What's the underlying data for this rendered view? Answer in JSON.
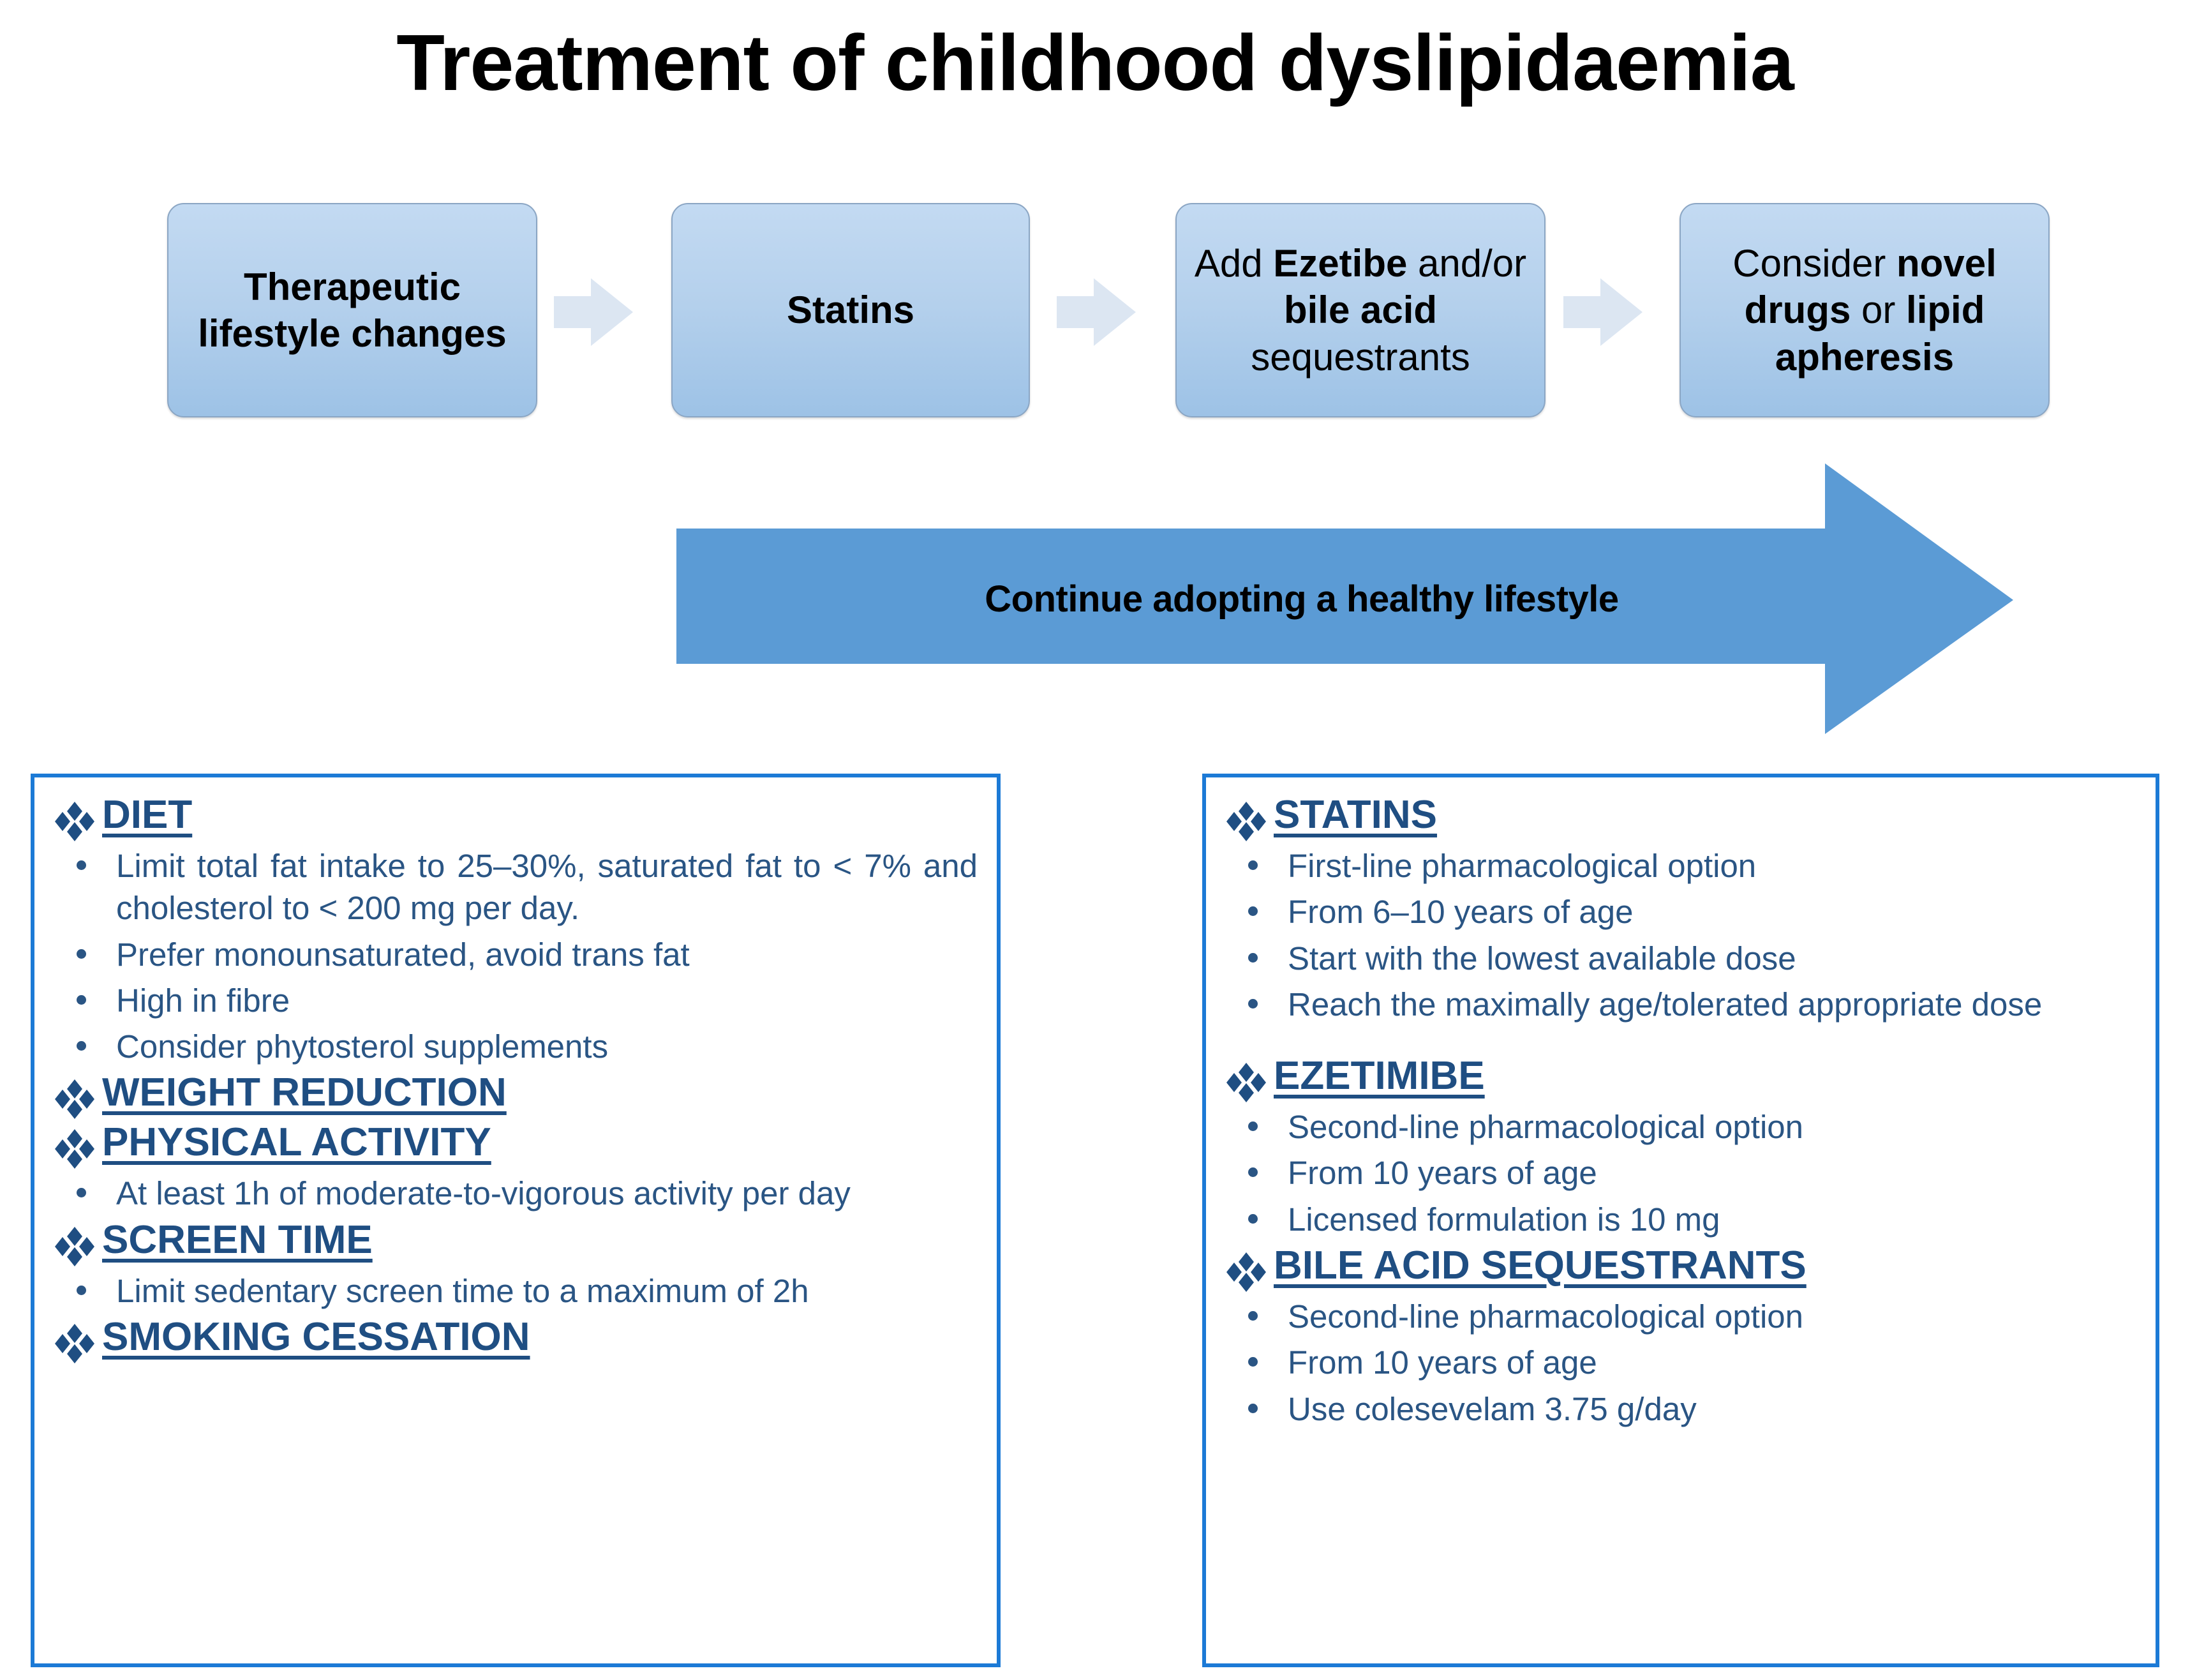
{
  "title": "Treatment of childhood dyslipidaemia",
  "colors": {
    "panel_border": "#1c7ad6",
    "text_navy": "#2a5584",
    "heading_navy": "#1f4e82",
    "arrow_blue": "#5b9bd5",
    "box_fill_top": "#c3daf2",
    "box_fill_bottom": "#9dc2e6",
    "chevron_fill": "#dce6f2"
  },
  "flow": {
    "steps": [
      {
        "id": "therapeutic-lifestyle-changes",
        "text": "Therapeutic lifestyle changes",
        "style": "bold"
      },
      {
        "id": "statins",
        "text": "Statins",
        "style": "bold"
      },
      {
        "id": "ezetibe-bile-acid",
        "parts": [
          {
            "t": "Add ",
            "b": false
          },
          {
            "t": "Ezetibe",
            "b": true
          },
          {
            "t": " and/or ",
            "b": false
          },
          {
            "t": "bile acid",
            "b": true
          },
          {
            "t": " sequestrants",
            "b": false
          }
        ],
        "style": "mixed"
      },
      {
        "id": "novel-drugs-apheresis",
        "parts": [
          {
            "t": "Consider ",
            "b": false
          },
          {
            "t": "novel drugs",
            "b": true
          },
          {
            "t": " or ",
            "b": false
          },
          {
            "t": "lipid apheresis",
            "b": true
          }
        ],
        "style": "mixed"
      }
    ],
    "chevron_icons": [
      "chevron-right-icon",
      "chevron-right-icon",
      "chevron-right-icon"
    ]
  },
  "continue_arrow": {
    "label": "Continue adopting a healthy lifestyle",
    "icon": "right-arrow-banner-icon"
  },
  "panels": {
    "left": {
      "id": "lifestyle-panel",
      "sections": [
        {
          "id": "diet",
          "heading": "DIET",
          "bullets": [
            "Limit total fat intake to 25–30%, saturated fat to  < 7% and  cholesterol to < 200 mg per day.",
            "Prefer monounsaturated, avoid trans fat",
            "High in fibre",
            "Consider phytosterol supplements"
          ]
        },
        {
          "id": "weight-reduction",
          "heading": "WEIGHT REDUCTION",
          "bullets": []
        },
        {
          "id": "physical-activity",
          "heading": "PHYSICAL ACTIVITY",
          "bullets": [
            "At least 1h of moderate-to-vigorous activity per day"
          ]
        },
        {
          "id": "screen-time",
          "heading": "SCREEN TIME",
          "bullets": [
            "Limit sedentary screen time to a maximum of 2h"
          ]
        },
        {
          "id": "smoking-cessation",
          "heading": "SMOKING CESSATION",
          "bullets": []
        }
      ]
    },
    "right": {
      "id": "pharmacotherapy-panel",
      "sections": [
        {
          "id": "statins",
          "heading": "STATINS",
          "bullets": [
            "First-line pharmacological option",
            "From 6–10 years of age",
            "Start with the lowest available dose",
            "Reach the maximally age/tolerated appropriate dose"
          ]
        },
        {
          "id": "ezetimibe",
          "heading": "EZETIMIBE",
          "bullets": [
            "Second-line pharmacological option",
            "From 10 years of age",
            "Licensed formulation is 10 mg"
          ]
        },
        {
          "id": "bile-acid-sequestrants",
          "heading": "BILE ACID SEQUESTRANTS",
          "bullets": [
            "Second-line pharmacological option",
            "From 10 years of age",
            "Use colesevelam 3.75 g/day"
          ]
        }
      ]
    }
  }
}
